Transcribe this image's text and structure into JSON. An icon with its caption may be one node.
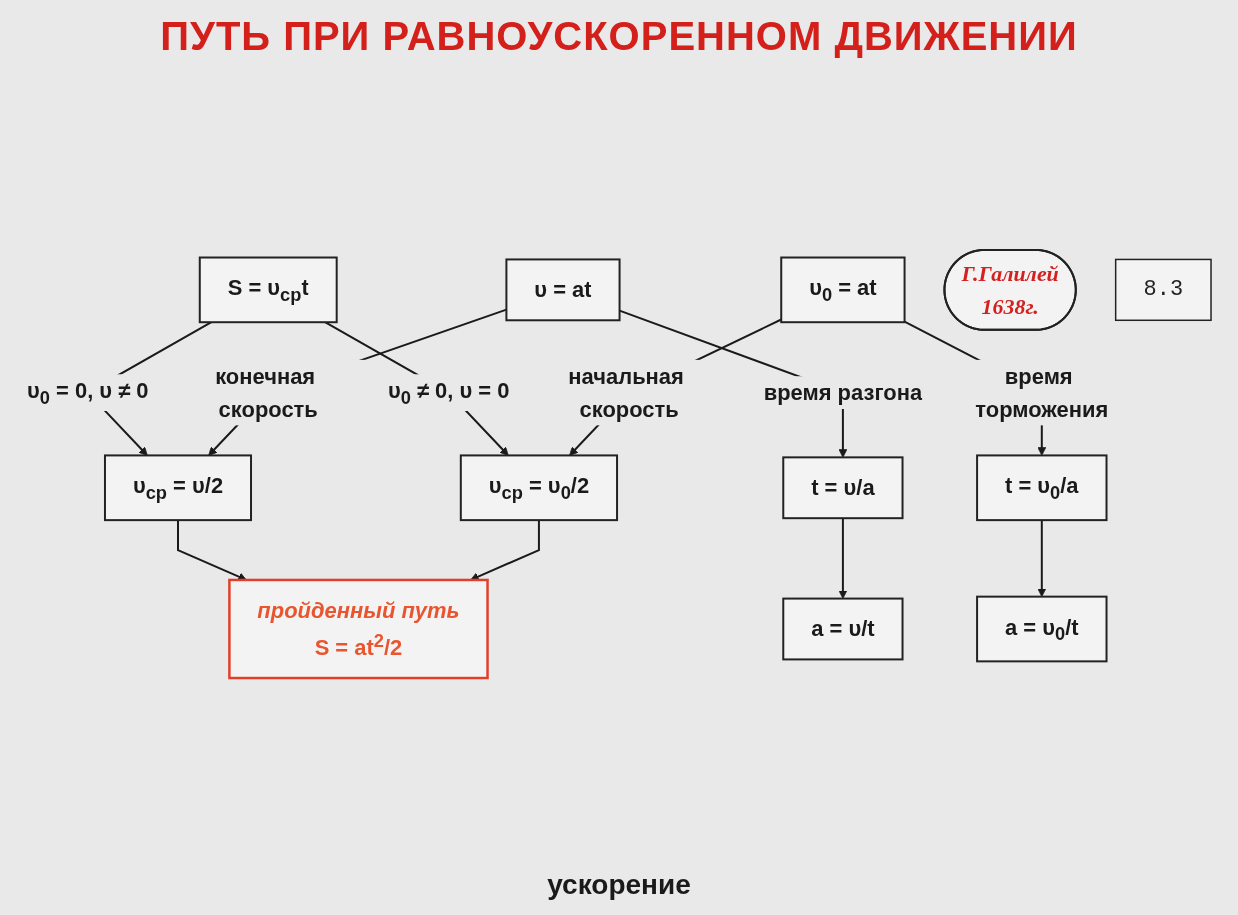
{
  "diagram": {
    "title": "ПУТЬ ПРИ РАВНОУСКОРЕННОМ ДВИЖЕНИИ",
    "nodes": [
      {
        "text": [
          "8.3"
        ]
      },
      {
        "text": [
          "S = υ$_{ср}$t"
        ]
      },
      {
        "text": [
          "υ$_{ср}$ = υ/2"
        ]
      },
      {
        "text": [
          "пройденный путь",
          "S = at$^{2}$/2"
        ]
      },
      {
        "text": [
          "υ$_{ср}$ = υ$_{0}$/2"
        ]
      },
      {
        "text": [
          "υ = at"
        ]
      },
      {
        "text": [
          "Г.Галилей",
          "1638г."
        ]
      },
      {
        "text": [
          "υ$_{0}$ = at"
        ]
      },
      {
        "text": [
          "t = υ/a"
        ]
      },
      {
        "text": [
          "a = υ/t"
        ]
      },
      {
        "text": [
          "a = υ$_{0}$/t"
        ]
      },
      {
        "text": [
          "t = υ$_{0}$/a"
        ]
      }
    ],
    "edges": [
      {
        "from": 1,
        "to": 2,
        "arrow": "to",
        "label": "υ$_{0}$ = 0, υ ≠ 0"
      },
      {
        "from": 1,
        "to": 4,
        "arrow": "to",
        "label": "υ$_{0}$ ≠ 0, υ = 0"
      },
      {
        "from": 2,
        "to": 3,
        "arrow": "to"
      },
      {
        "from": 4,
        "to": 3,
        "arrow": "to"
      },
      {
        "from": 5,
        "to": 2,
        "arrow": "to",
        "label": "конечная скорость"
      },
      {
        "from": 5,
        "to": 8,
        "arrow": "to",
        "label": "время разгона"
      },
      {
        "from": 7,
        "to": 4,
        "arrow": "to",
        "label": "начальная скорость"
      },
      {
        "from": 7,
        "to": 11,
        "arrow": "to",
        "label": "время торможения"
      },
      {
        "from": 8,
        "to": 9,
        "arrow": "to"
      },
      {
        "from": 11,
        "to": 10,
        "arrow": "to"
      }
    ],
    "labels": [
      "ускорение"
    ]
  }
}
